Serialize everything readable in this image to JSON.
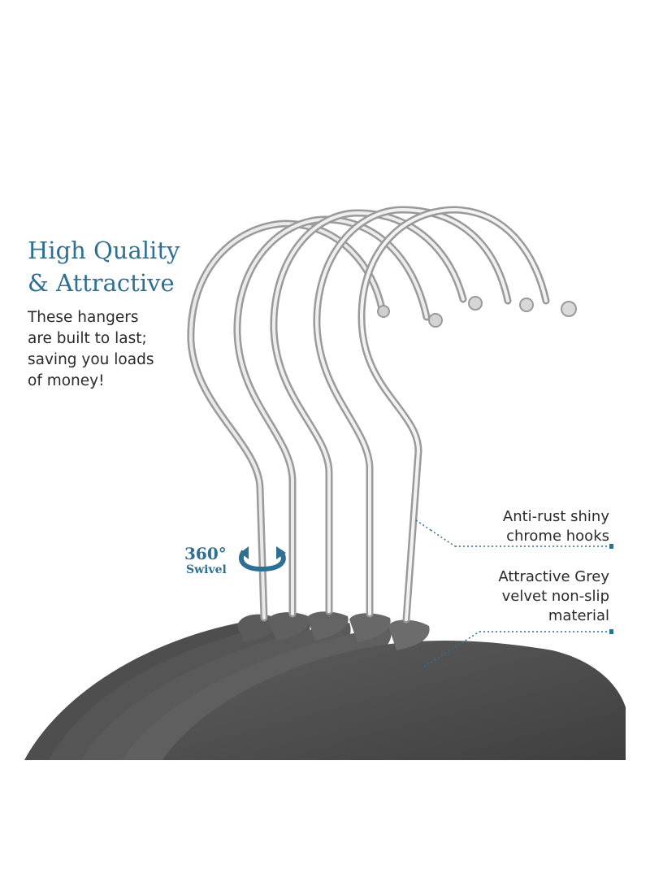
{
  "headline": {
    "line1": "High Quality",
    "line2": "& Attractive"
  },
  "description": {
    "line1": "These hangers",
    "line2": "are built to last;",
    "line3": "saving you loads",
    "line4": "of money!"
  },
  "callouts": {
    "hooks": {
      "line1": "Anti-rust shiny",
      "line2": "chrome hooks"
    },
    "material": {
      "line1": "Attractive Grey",
      "line2": "velvet non-slip",
      "line3": "material"
    }
  },
  "swivel": {
    "angle": "360°",
    "label": "Swivel"
  },
  "colors": {
    "accent": "#2f6f92",
    "velvet": "#555555",
    "chrome": "#c8c8c8",
    "text": "#2a2a2a"
  },
  "icons": {
    "swivel": "rotate-arrow-icon"
  }
}
